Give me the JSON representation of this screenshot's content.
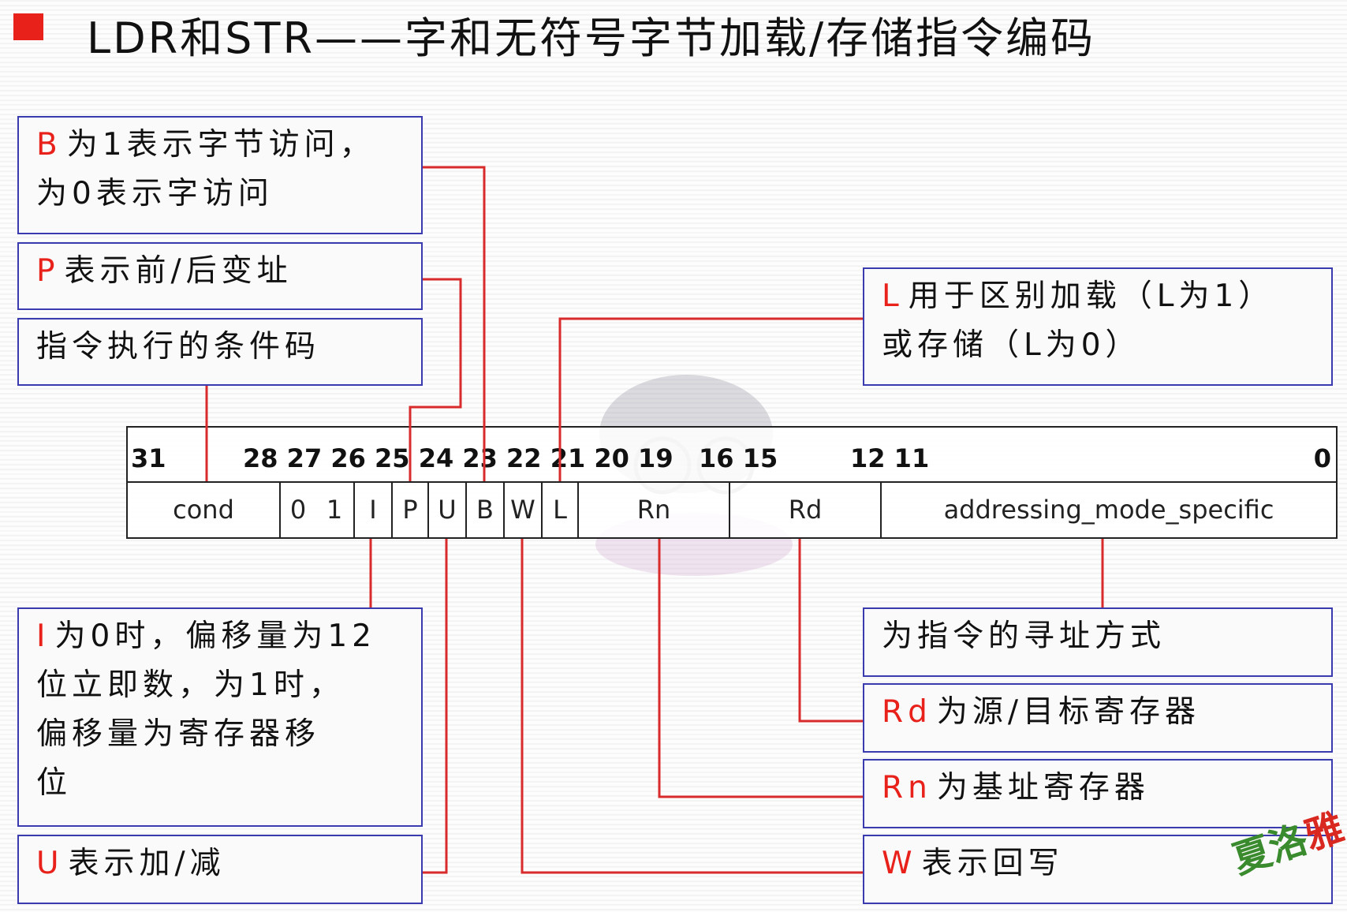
{
  "title": "LDR和STR——字和无符号字节加载/存储指令编码",
  "boxes": {
    "b": {
      "lead": "B",
      "line1": "为1表示字节访问，",
      "line2": "为0表示字访问"
    },
    "p": {
      "lead": "P",
      "text": "表示前/后变址"
    },
    "cond": {
      "text": "指令执行的条件码"
    },
    "l": {
      "lead": "L",
      "line1": "用于区别加载（L为1）",
      "line2": "或存储（L为0）"
    },
    "i": {
      "lead": "I",
      "line1": "为0时，偏移量为12",
      "line2": "位立即数，为1时，",
      "line3": "偏移量为寄存器移",
      "line4": "位"
    },
    "u": {
      "lead": "U",
      "text": "表示加/减"
    },
    "mode": {
      "text": "为指令的寻址方式"
    },
    "rd": {
      "lead": "Rd",
      "text": "为源/目标寄存器"
    },
    "rn": {
      "lead": "Rn",
      "text": "为基址寄存器"
    },
    "w": {
      "lead": "W",
      "text": "表示回写"
    }
  },
  "encoding": {
    "bit_numbers": [
      "31",
      "28 27 26 25 24 23 22 21 20 19",
      "16 15",
      "12 11",
      "0"
    ],
    "fields": [
      "cond",
      "0",
      "1",
      "I",
      "P",
      "U",
      "B",
      "W",
      "L",
      "Rn",
      "Rd",
      "addressing_mode_specific"
    ]
  },
  "stamp": {
    "part1": "夏",
    "part2": "洛",
    "part3": "雅"
  },
  "colors": {
    "accent_red": "#e8211b",
    "box_border": "#3b3bb0",
    "line_red": "#d92b2b"
  }
}
